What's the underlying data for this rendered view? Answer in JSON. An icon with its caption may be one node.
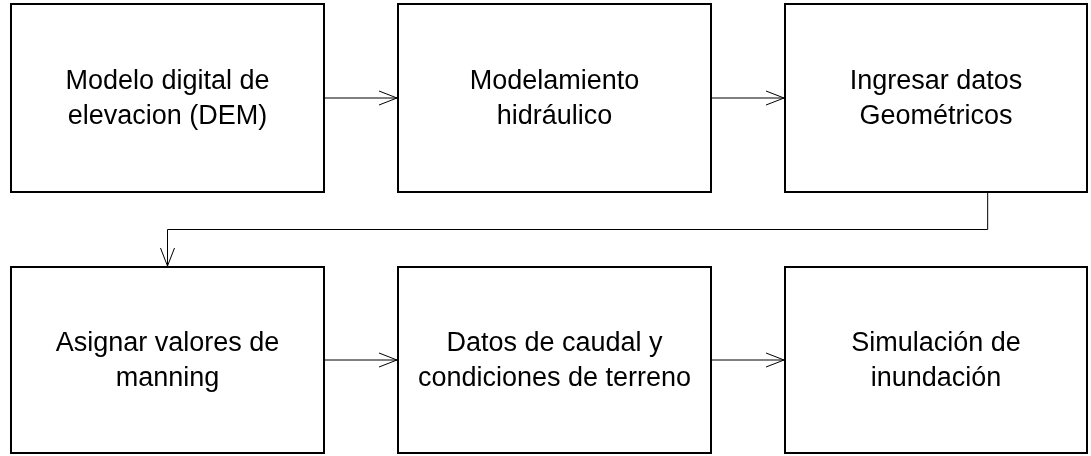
{
  "diagram": {
    "nodes": [
      {
        "text": [
          "Modelo digital de elevacion (DEM)"
        ]
      },
      {
        "text": [
          "Modelamiento hidráulico"
        ]
      },
      {
        "text": [
          "Ingresar datos Geométricos"
        ]
      },
      {
        "text": [
          "Asignar valores de manning"
        ]
      },
      {
        "text": [
          "Datos de caudal y condiciones de terreno"
        ]
      },
      {
        "text": [
          "Simulación de inundación"
        ]
      }
    ],
    "edges": [
      {
        "from": 0,
        "to": 1,
        "arrow": "to"
      },
      {
        "from": 1,
        "to": 2,
        "arrow": "to"
      },
      {
        "from": 2,
        "to": 3,
        "arrow": "to"
      },
      {
        "from": 3,
        "to": 4,
        "arrow": "to"
      },
      {
        "from": 4,
        "to": 5,
        "arrow": "to"
      }
    ]
  }
}
